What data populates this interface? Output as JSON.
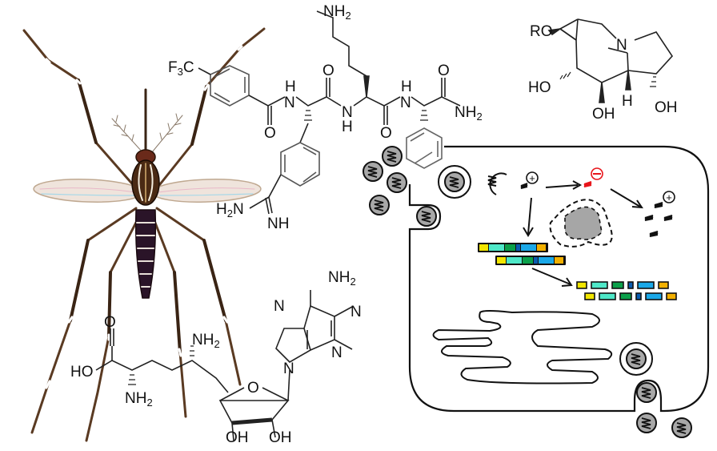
{
  "figure": {
    "subject": "mosquito",
    "molecules": {
      "peptide": {
        "labels": {
          "cf3": "F",
          "cf3_sub": "3",
          "cf3_c": "C",
          "nh_top1": "H",
          "n1": "N",
          "o1": "O",
          "o2": "O",
          "n2": "N",
          "nh_bot": "H",
          "o3": "O",
          "nh_top2": "H",
          "n3": "N",
          "o4": "O",
          "nh2_end": "NH",
          "nh2_end_sub": "2",
          "lys_nh2": "NH",
          "lys_nh2_sub": "2",
          "amidine_h2n": "H",
          "amidine_h2n_sub": "2",
          "amidine_n": "N",
          "amidine_nh": "NH"
        }
      },
      "indolizidine": {
        "labels": {
          "ro": "RO",
          "n": "N",
          "ho": "HO",
          "oh1": "OH",
          "h": "H",
          "oh2": "OH"
        }
      },
      "sam_analog": {
        "labels": {
          "nh2_adenine": "NH",
          "nh2_adenine_sub": "2",
          "n7": "N",
          "n1": "N",
          "n3": "N",
          "n9": "N",
          "o_ring": "O",
          "o_acid": "O",
          "ho_acid": "HO",
          "nh2_side": "NH",
          "nh2_side_sub": "2",
          "nh2_alpha": "NH",
          "nh2_alpha_sub": "2",
          "oh_a": "OH",
          "oh_b": "OH"
        }
      }
    },
    "cell_diagram": {
      "charge_positive": "+",
      "charge_negative": "−",
      "colors": {
        "negative_charge": "#e8141a",
        "particle_fill": "#a8a8a8",
        "yellow": "#f2e600",
        "aqua": "#4ee8c8",
        "green": "#0aa04a",
        "navy": "#0a5cb0",
        "blue": "#1aa8e8",
        "orange": "#f2b000"
      }
    }
  }
}
